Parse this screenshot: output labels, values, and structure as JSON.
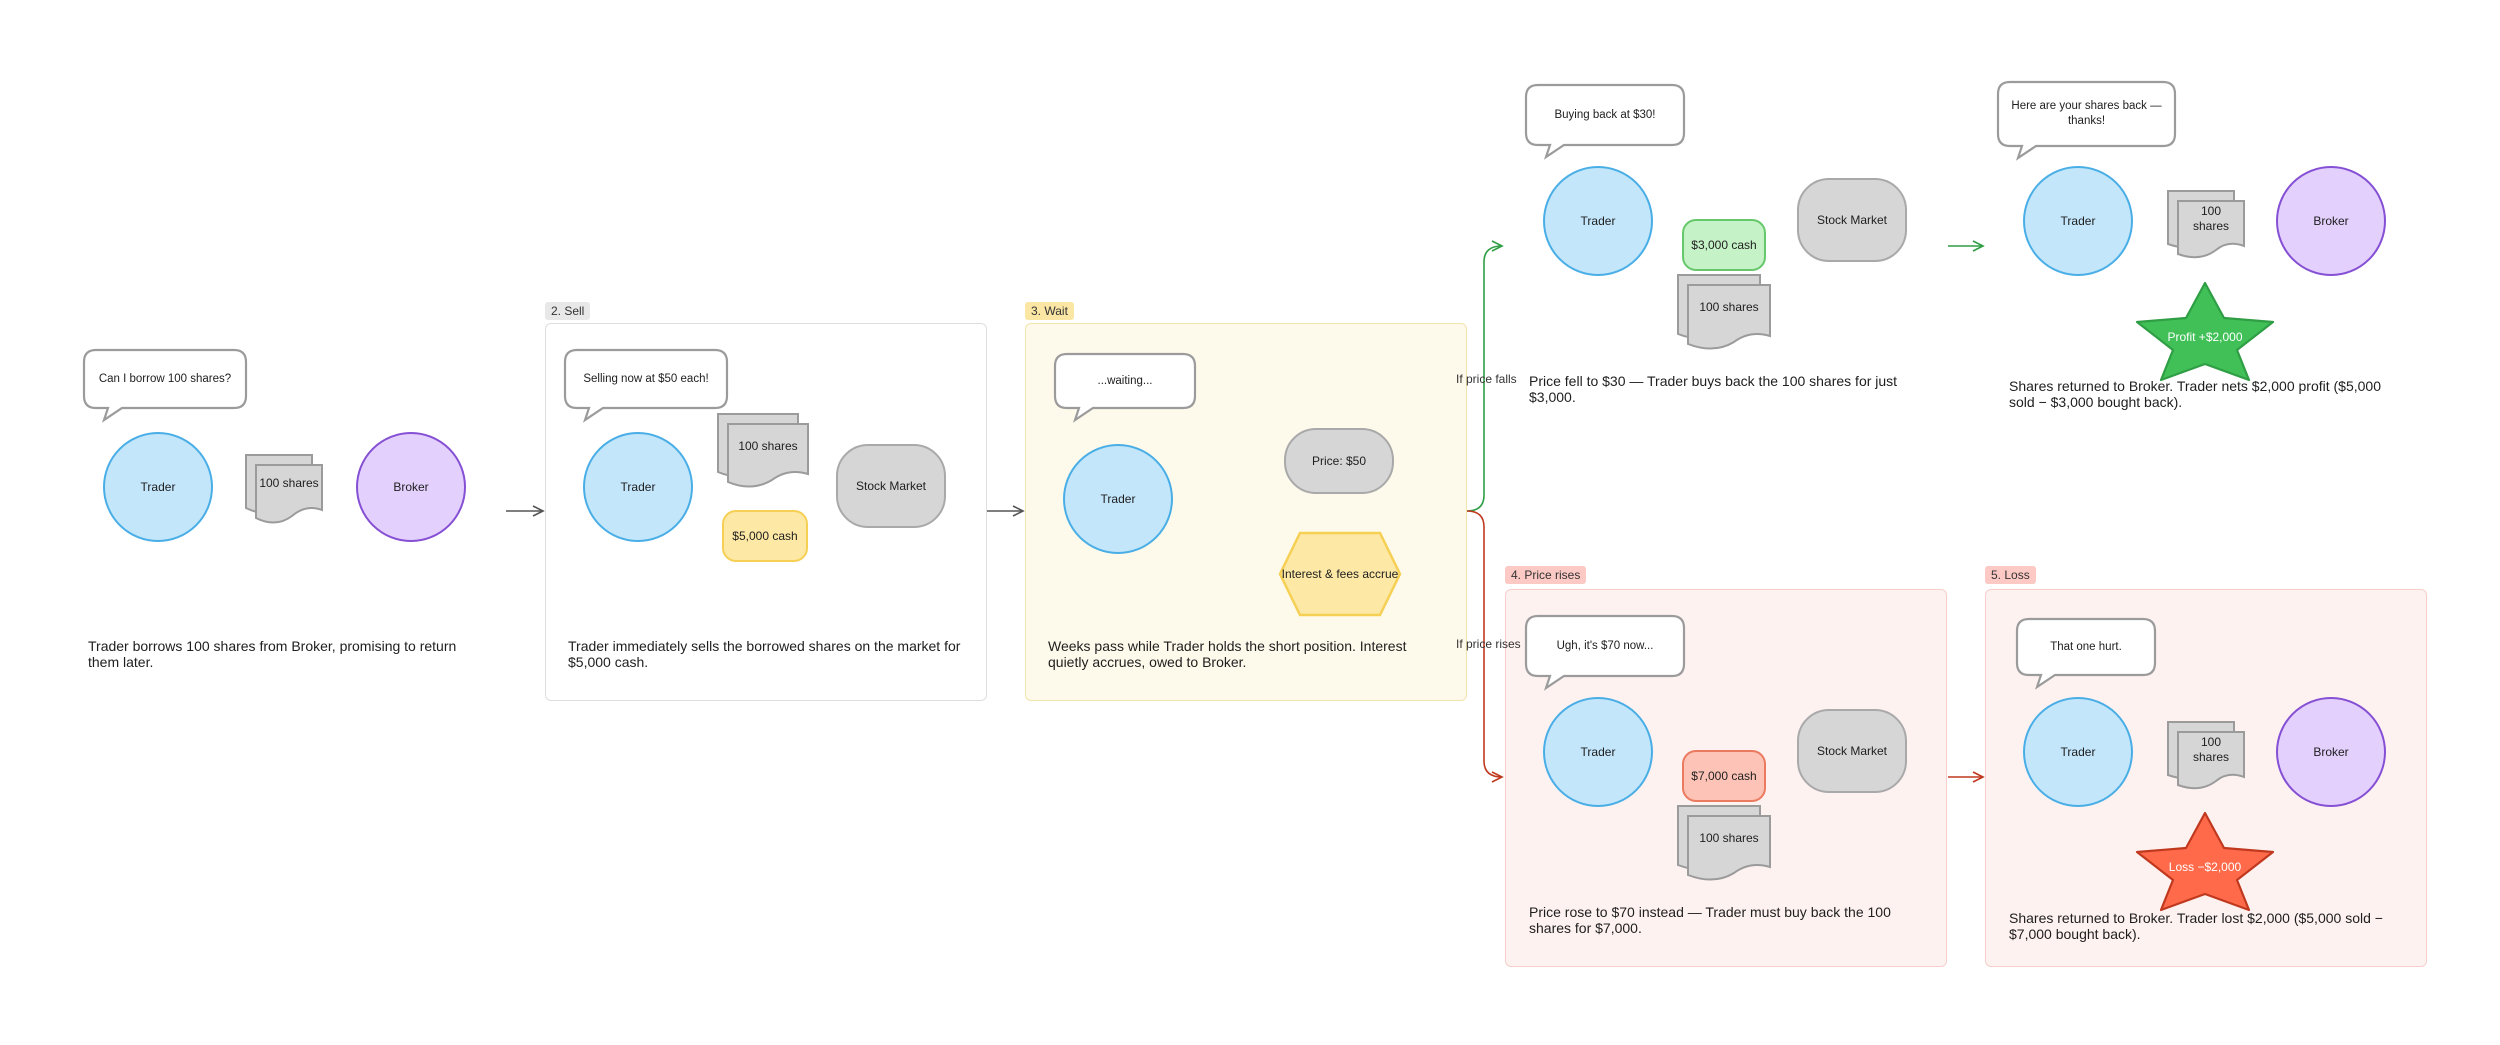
{
  "frames": {
    "sell_label": "2. Sell",
    "wait_label": "3. Wait",
    "rise_label": "4. Price rises",
    "loss_label": "5. Loss"
  },
  "step1": {
    "bubble": "Can I borrow 100 shares?",
    "trader": "Trader",
    "shares": "100 shares",
    "broker": "Broker",
    "caption": "Trader borrows 100 shares from Broker, promising to return them later."
  },
  "step2": {
    "bubble": "Selling now at $50 each!",
    "trader": "Trader",
    "shares": "100 shares",
    "market": "Stock Market",
    "cash": "$5,000 cash",
    "caption": "Trader immediately sells the borrowed shares on the market for $5,000 cash."
  },
  "step3": {
    "bubble": "...waiting...",
    "trader": "Trader",
    "price": "Price: $50",
    "interest": "Interest & fees accrue",
    "caption": "Weeks pass while Trader holds the short position. Interest quietly accrues, owed to Broker."
  },
  "branches": {
    "falls": "If price falls",
    "rises": "If price rises"
  },
  "fall": {
    "bubble": "Buying back at $30!",
    "trader": "Trader",
    "cash": "$3,000 cash",
    "shares": "100 shares",
    "market": "Stock Market",
    "caption": "Price fell to $30 — Trader buys back the 100 shares for just $3,000."
  },
  "profit": {
    "bubble": "Here are your shares back — thanks!",
    "trader": "Trader",
    "shares": "100 shares",
    "broker": "Broker",
    "star": "Profit +$2,000",
    "caption": "Shares returned to Broker. Trader nets $2,000 profit ($5,000 sold − $3,000 bought back)."
  },
  "rise": {
    "bubble": "Ugh, it's $70 now...",
    "trader": "Trader",
    "cash": "$7,000 cash",
    "shares": "100 shares",
    "market": "Stock Market",
    "caption": "Price rose to $70 instead — Trader must buy back the 100 shares for $7,000."
  },
  "loss": {
    "bubble": "That one hurt.",
    "trader": "Trader",
    "shares": "100 shares",
    "broker": "Broker",
    "star": "Loss −$2,000",
    "caption": "Shares returned to Broker. Trader lost $2,000 ($5,000 sold − $7,000 bought back)."
  },
  "colors": {
    "trader_fill": "#c3e6fb",
    "trader_stroke": "#4aaee6",
    "broker_fill": "#e4d0fd",
    "broker_stroke": "#8550d4",
    "profit_green": "#40c057",
    "loss_red": "#ff6b4a",
    "fall_arrow": "#2f9e44",
    "rise_arrow": "#c0391f"
  }
}
